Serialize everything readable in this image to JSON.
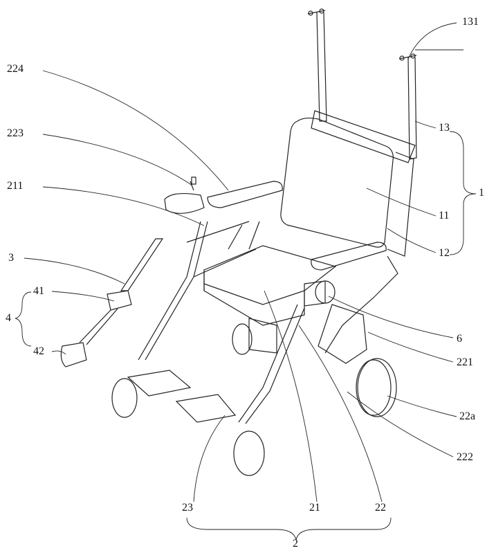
{
  "figure": {
    "labels": {
      "l131": "131",
      "l13": "13",
      "l1": "1",
      "l11": "11",
      "l12": "12",
      "l224": "224",
      "l223": "223",
      "l211": "211",
      "l3": "3",
      "l41": "41",
      "l4": "4",
      "l42": "42",
      "l6": "6",
      "l221": "221",
      "l22a": "22a",
      "l222": "222",
      "l23": "23",
      "l21": "21",
      "l22": "22",
      "l2": "2"
    }
  }
}
